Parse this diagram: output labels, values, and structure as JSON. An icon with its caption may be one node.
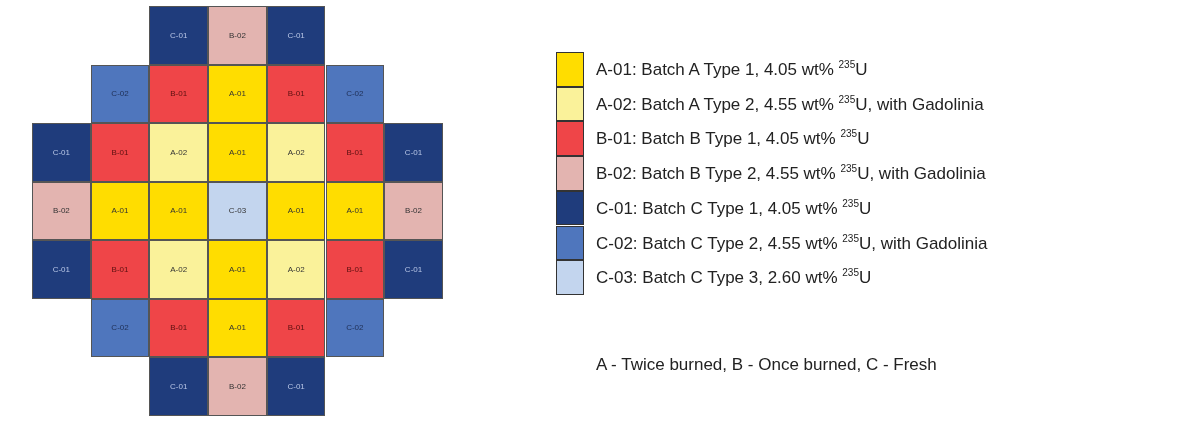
{
  "diagram": {
    "nodes": [
      {
        "text": [
          "C-01"
        ]
      },
      {
        "text": [
          "B-02"
        ]
      },
      {
        "text": [
          "C-01"
        ]
      },
      {
        "text": [
          "C-02"
        ]
      },
      {
        "text": [
          "B-01"
        ]
      },
      {
        "text": [
          "A-01"
        ]
      },
      {
        "text": [
          "B-01"
        ]
      },
      {
        "text": [
          "C-02"
        ]
      },
      {
        "text": [
          "C-01"
        ]
      },
      {
        "text": [
          "B-01"
        ]
      },
      {
        "text": [
          "A-02"
        ]
      },
      {
        "text": [
          "A-01"
        ]
      },
      {
        "text": [
          "A-02"
        ]
      },
      {
        "text": [
          "B-01"
        ]
      },
      {
        "text": [
          "C-01"
        ]
      },
      {
        "text": [
          "B-02"
        ]
      },
      {
        "text": [
          "A-01"
        ]
      },
      {
        "text": [
          "A-01"
        ]
      },
      {
        "text": [
          "C-03"
        ]
      },
      {
        "text": [
          "A-01"
        ]
      },
      {
        "text": [
          "A-01"
        ]
      },
      {
        "text": [
          "B-02"
        ]
      },
      {
        "text": [
          "C-01"
        ]
      },
      {
        "text": [
          "B-01"
        ]
      },
      {
        "text": [
          "A-02"
        ]
      },
      {
        "text": [
          "A-01"
        ]
      },
      {
        "text": [
          "A-02"
        ]
      },
      {
        "text": [
          "B-01"
        ]
      },
      {
        "text": [
          "C-01"
        ]
      },
      {
        "text": [
          "C-02"
        ]
      },
      {
        "text": [
          "B-01"
        ]
      },
      {
        "text": [
          "A-01"
        ]
      },
      {
        "text": [
          "B-01"
        ]
      },
      {
        "text": [
          "C-02"
        ]
      },
      {
        "text": [
          "C-01"
        ]
      },
      {
        "text": [
          "B-02"
        ]
      },
      {
        "text": [
          "C-01"
        ]
      }
    ],
    "labels": [
      "A - Twice burned, B - Once burned, C - Fresh"
    ],
    "legend": [
      {
        "text": "A-01: Batch A Type 1, 4.05 wt% $^{235}$U",
        "color": "#ffdd00"
      },
      {
        "text": "A-02: Batch A Type 2, 4.55 wt% $^{235}$U, with Gadolinia",
        "color": "#faf29a"
      },
      {
        "text": "B-01: Batch B Type 1, 4.05 wt% $^{235}$U",
        "color": "#ef4548"
      },
      {
        "text": "B-02: Batch B Type 2, 4.55 wt% $^{235}$U, with Gadolinia",
        "color": "#e3b4b0"
      },
      {
        "text": "C-01: Batch C Type 1, 4.05 wt% $^{235}$U",
        "color": "#1f3c7c"
      },
      {
        "text": "C-02: Batch C Type 2, 4.55 wt% $^{235}$U, with Gadolinia",
        "color": "#4f76bd"
      },
      {
        "text": "C-03: Batch C Type 3, 2.60 wt% $^{235}$U",
        "color": "#c3d5ee"
      }
    ]
  }
}
